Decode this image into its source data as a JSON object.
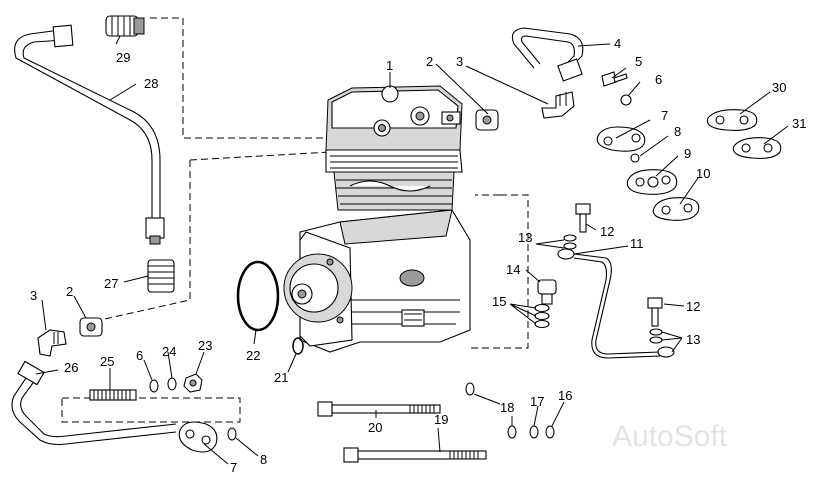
{
  "watermark": "AutoSoft",
  "callouts": {
    "c1": "1",
    "c2a": "2",
    "c2b": "2",
    "c3a": "3",
    "c3b": "3",
    "c4": "4",
    "c5": "5",
    "c6a": "6",
    "c6b": "6",
    "c7a": "7",
    "c7b": "7",
    "c8a": "8",
    "c8b": "8",
    "c9": "9",
    "c10": "10",
    "c11": "11",
    "c12a": "12",
    "c12b": "12",
    "c13a": "13",
    "c13b": "13",
    "c14": "14",
    "c15": "15",
    "c16": "16",
    "c17": "17",
    "c18": "18",
    "c19": "19",
    "c20": "20",
    "c21": "21",
    "c22": "22",
    "c23": "23",
    "c24": "24",
    "c25": "25",
    "c26": "26",
    "c27": "27",
    "c28": "28",
    "c29": "29",
    "c30": "30",
    "c31": "31"
  }
}
